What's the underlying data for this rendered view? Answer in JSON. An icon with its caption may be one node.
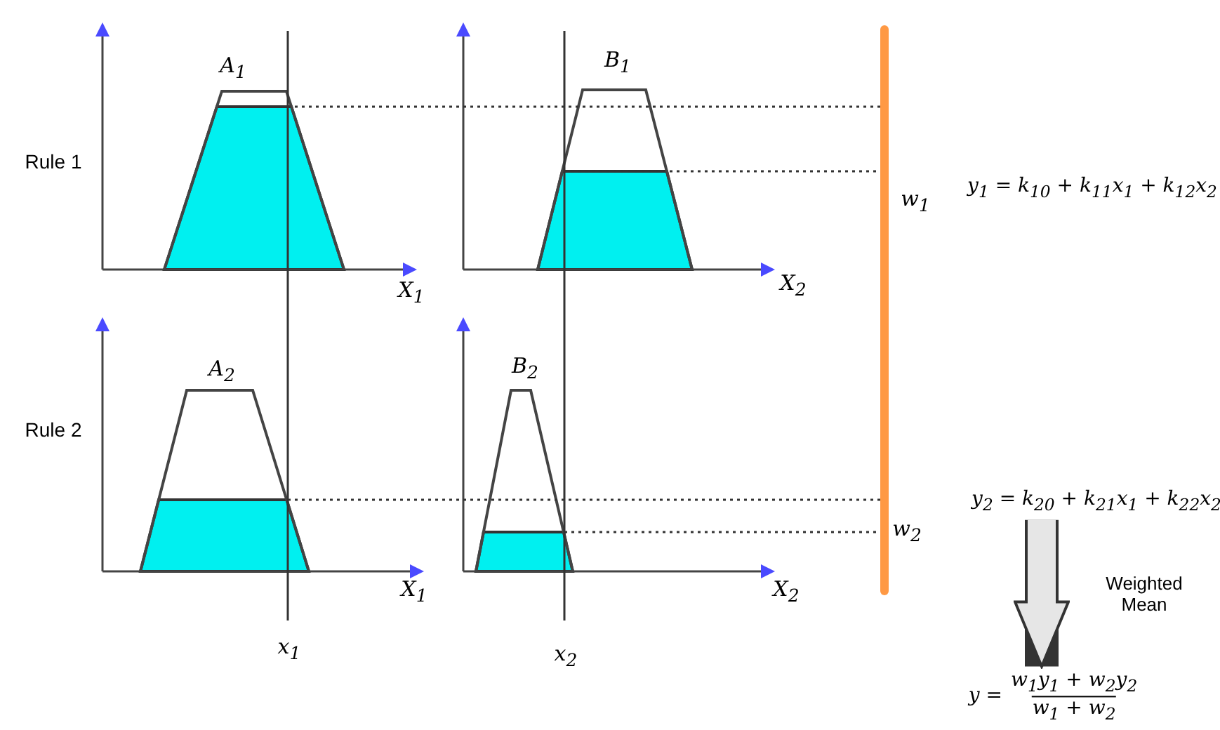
{
  "diagram": {
    "nodes": [
      {
        "text": [
          "y$_{1}$ = k$_{10}$ + k$_{11}$x$_{1}$ + k$_{12}$x$_{2}$"
        ]
      },
      {
        "text": [
          "y$_{2}$ = k$_{20}$ + k$_{21}$x$_{1}$ + k$_{22}$x$_{2}$"
        ]
      },
      {
        "text": [
          "y =",
          "w$_{1}$y$_{1}$ + w$_{2}$y$_{2}$",
          "w$_{1}$ + w$_{2}$"
        ]
      }
    ],
    "edges": [
      {
        "from": 1,
        "to": 2,
        "arrow": "to",
        "label": "Weighted Mean"
      }
    ],
    "labels": [
      "B$_{1}$",
      "A$_{1}$",
      "Rule 1",
      "w$_{1}$",
      "X$_{1}$",
      "X$_{2}$",
      "B$_{2}$",
      "A$_{2}$",
      "Rule 2",
      "w$_{2}$",
      "X$_{1}$",
      "X$_{2}$",
      "x$_{1}$",
      "x$_{2}$"
    ]
  }
}
